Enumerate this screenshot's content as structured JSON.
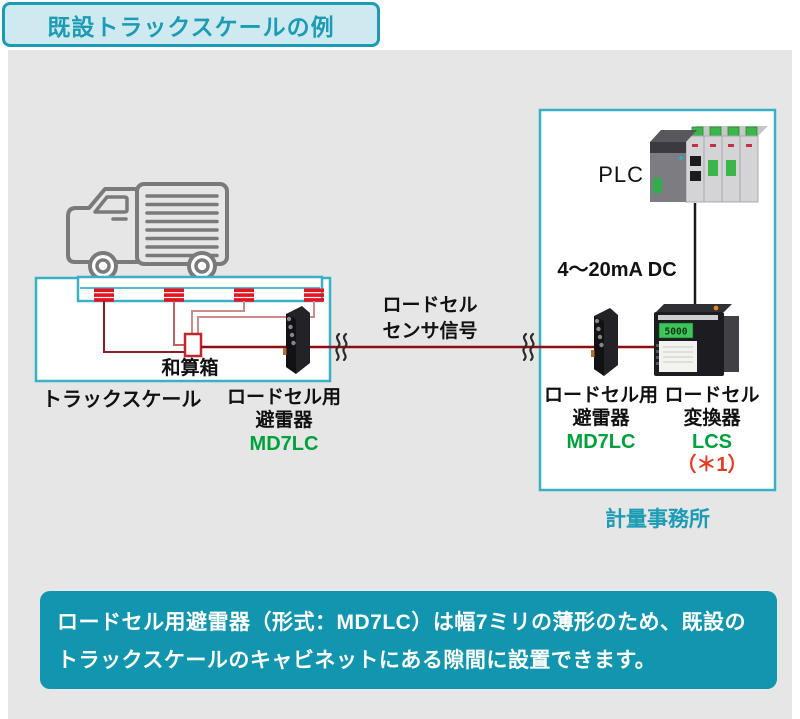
{
  "title": "既設トラックスケールの例",
  "colors": {
    "teal_text": "#1b9cb4",
    "box_border": "#38b0c6",
    "badge_bg": "#cfe9f0",
    "panel_bg": "#e6e6e7",
    "note_bg": "#1295ae",
    "model_green": "#00a23c",
    "ref_red": "#e93b23",
    "signal_line_red": "#8e0e12",
    "load_cell_red": "#e8121f"
  },
  "truck_scale": {
    "label": "トラックスケール",
    "summing_box": "和算箱"
  },
  "arrester_site": {
    "line1": "ロードセル用",
    "line2": "避雷器",
    "model": "MD7LC"
  },
  "signal": {
    "line1": "ロードセル",
    "line2": "センサ信号"
  },
  "office": {
    "label": "計量事務所",
    "plc": "PLC",
    "current": "4～20mA DC",
    "arrester": {
      "line1": "ロードセル用",
      "line2": "避雷器",
      "model": "MD7LC"
    },
    "converter": {
      "line1": "ロードセル",
      "line2": "変換器",
      "model": "LCS",
      "ref": "（＊1）",
      "display": "5000"
    }
  },
  "note": {
    "line1": "ロードセル用避雷器（形式：MD7LC）は幅7ミリの薄形のため、既設の",
    "line2": "トラックスケールのキャビネットにある隙間に設置できます。"
  }
}
